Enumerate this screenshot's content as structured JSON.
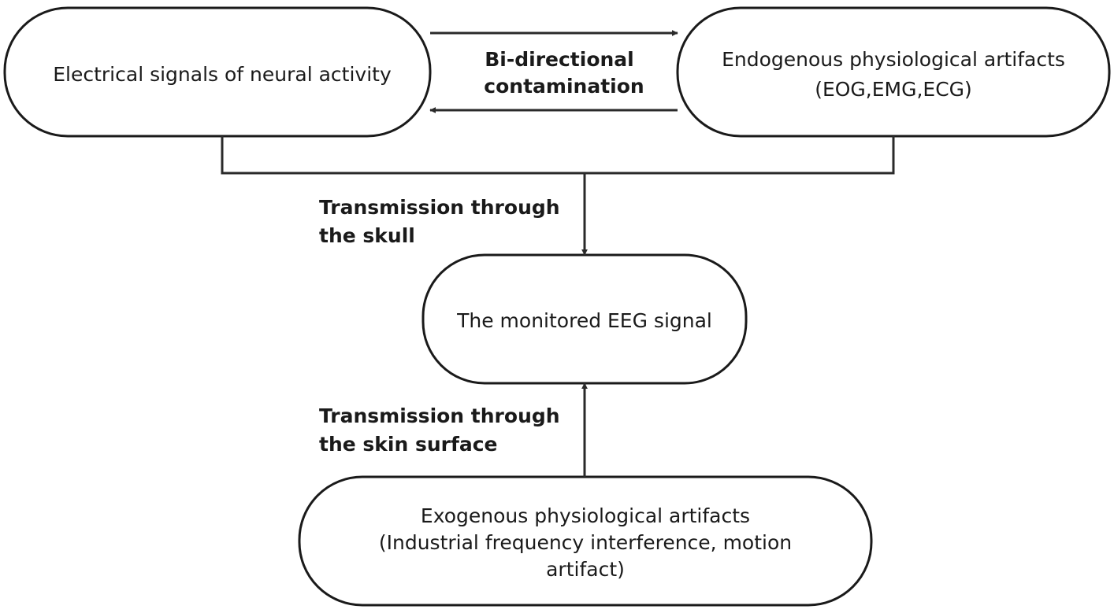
{
  "nodes": {
    "neural": {
      "text": "Electrical signals of neural activity"
    },
    "endogenous": {
      "line1": "Endogenous physiological artifacts",
      "line2": "(EOG,EMG,ECG)"
    },
    "eeg": {
      "text": "The monitored EEG signal"
    },
    "exogenous": {
      "line1": "Exogenous physiological artifacts",
      "line2": "(Industrial frequency interference, motion",
      "line3": "artifact)"
    }
  },
  "edge_labels": {
    "bidirectional": {
      "line1": "Bi-directional",
      "line2": "contamination"
    },
    "skull": {
      "line1": "Transmission through",
      "line2": "the skull"
    },
    "skin": {
      "line1": "Transmission through",
      "line2": "the skin surface"
    }
  }
}
